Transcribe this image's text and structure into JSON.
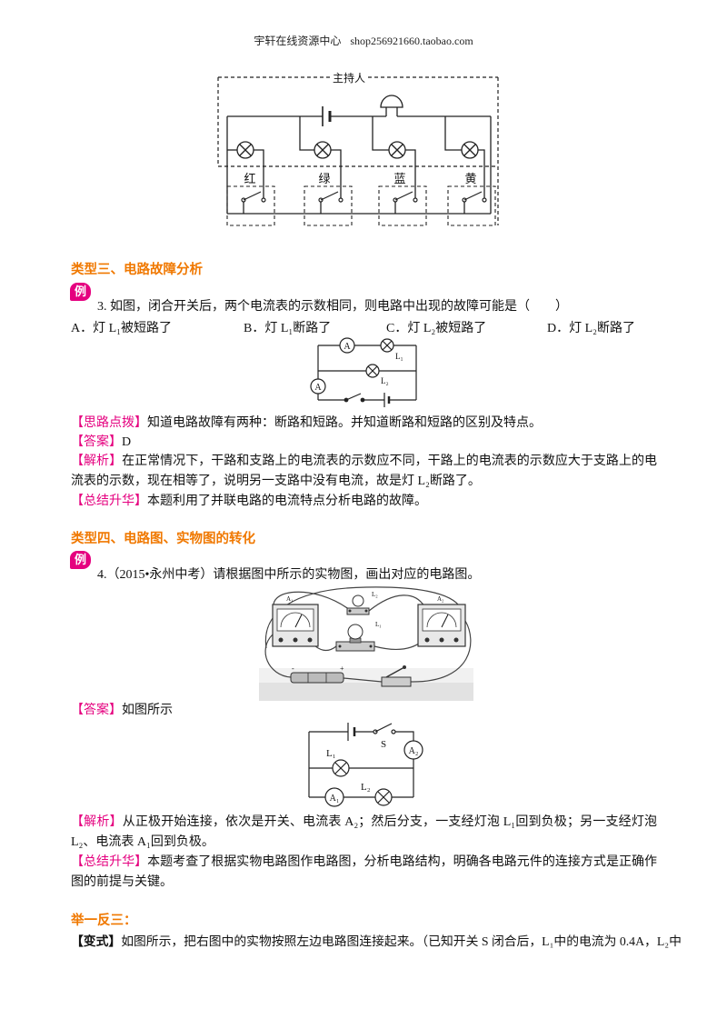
{
  "colors": {
    "heading": "#f07800",
    "tag": "#e5007f",
    "badge": "#e5007f"
  },
  "header": {
    "site_name": "宇轩在线资源中心",
    "shop_url": "shop256921660.taobao.com"
  },
  "figure1": {
    "host_label": "主持人",
    "lamp_labels": [
      "红",
      "绿",
      "蓝",
      "黄"
    ]
  },
  "section3": {
    "title": "类型三、电路故障分析",
    "badge": "例",
    "question": "3. 如图，闭合开关后，两个电流表的示数相同，则电路中出现的故障可能是（　　）",
    "options": [
      "A．灯 L₁被短路了",
      "B．灯 L₁断路了",
      "C．灯 L₂被短路了",
      "D．灯 L₂断路了"
    ],
    "figure": {
      "ammeter_top": "A",
      "ammeter_main": "A",
      "lamp1": "L₁",
      "lamp2": "L₂"
    },
    "hint": {
      "tag": "【思路点拨】",
      "text": "知道电路故障有两种：断路和短路。并知道断路和短路的区别及特点。"
    },
    "answer": {
      "tag": "【答案】",
      "text": "D"
    },
    "analysis": {
      "tag": "【解析】",
      "text": "在正常情况下，干路和支路上的电流表的示数应不同，干路上的电流表的示数应大于支路上的电流表的示数，现在相等了，说明另一支路中没有电流，故是灯 L₂断路了。"
    },
    "summary": {
      "tag": "【总结升华】",
      "text": "本题利用了并联电路的电流特点分析电路的故障。"
    }
  },
  "section4": {
    "title": "类型四、电路图、实物图的转化",
    "badge": "例",
    "question": "4.（2015•永州中考）请根据图中所示的实物图，画出对应的电路图。",
    "photo": {
      "ammeter_left": "A₁",
      "ammeter_right": "A₂",
      "lamp_top": "L₂",
      "lamp_bottom": "L₁",
      "battery_neg": "-",
      "battery_pos": "+"
    },
    "answer": {
      "tag": "【答案】",
      "text": "如图所示"
    },
    "diagram": {
      "switch": "S",
      "lamp1": "L₁",
      "lamp2": "L₂",
      "ammeter1": "A₁",
      "ammeter2": "A₂"
    },
    "analysis": {
      "tag": "【解析】",
      "text": "从正极开始连接，依次是开关、电流表 A₂；然后分支，一支经灯泡 L₁回到负极；另一支经灯泡 L₂、电流表 A₁回到负极。"
    },
    "summary": {
      "tag": "【总结升华】",
      "text": "本题考查了根据实物电路图作电路图，分析电路结构，明确各电路元件的连接方式是正确作图的前提与关键。"
    }
  },
  "practice": {
    "title": "举一反三：",
    "variant": {
      "tag": "【变式】",
      "text": "如图所示，把右图中的实物按照左边电路图连接起来。（已知开关 S 闭合后，L₁中的电流为 0.4A，L₂中"
    }
  }
}
